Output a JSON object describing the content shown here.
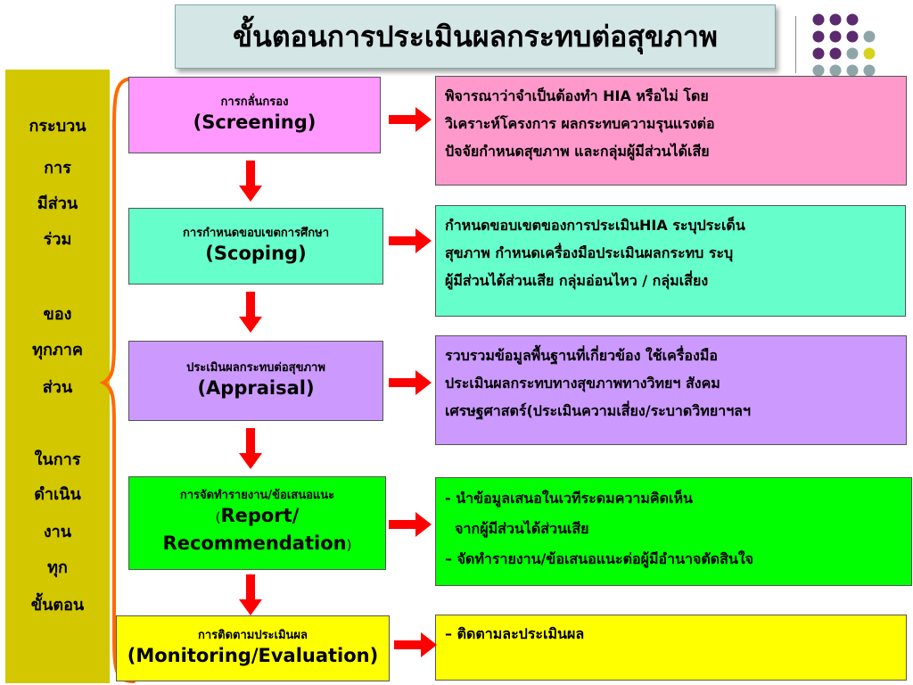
{
  "title": "ขั้นตอนการประเมินผลกระทบต่อสุขภาพ",
  "sidebar": {
    "lines": [
      "กระบวน",
      "การ",
      "มีส่วน",
      "ร่วม",
      "ของ",
      "ทุกภาค",
      "ส่วน",
      "ในการ",
      "ดำเนิน",
      "งาน",
      "ทุก",
      "ขั้นตอน"
    ]
  },
  "steps": [
    {
      "thai": "การกลั่นกรอง",
      "english_parts": [
        "(Screening)"
      ],
      "color": "#ff99ff",
      "description": [
        "พิจารณาว่าจำเป็นต้องทำ HIA หรือไม่ โดย",
        "วิเคราะห์โครงการ  ผลกระทบความรุนแรงต่อ",
        "ปัจจัยกำหนดสุขภาพ และกลุ่มผู้มีส่วนได้เสีย"
      ],
      "desc_color": "#ff99cc"
    },
    {
      "thai": "การกำหนดขอบเขตการศึกษา",
      "english_parts": [
        "(Scoping)"
      ],
      "color": "#66ffcc",
      "description": [
        "กำหนดขอบเขตของการประเมินHIA ระบุประเด็น",
        "สุขภาพ กำหนดเครื่องมือประเมินผลกระทบ ระบุ",
        "ผู้มีส่วนได้ส่วนเสีย กลุ่มอ่อนไหว / กลุ่มเสี่ยง"
      ],
      "desc_color": "#66ffcc"
    },
    {
      "thai": "ประเมินผลกระทบต่อสุขภาพ",
      "english_parts": [
        "(Appraisal)"
      ],
      "color": "#cc99ff",
      "description": [
        "รวบรวมข้อมูลพื้นฐานที่เกี่ยวข้อง ใช้เครื่องมือ",
        "ประเมินผลกระทบทางสุขภาพทางวิทยฯ สังคม",
        "เศรษฐศาสตร์(ประเมินความเสี่ยง/ระบาดวิทยาฯลฯ"
      ],
      "desc_color": "#cc99ff"
    },
    {
      "thai": "การจัดทำรายงาน/ข้อเสนอแนะ",
      "english_parts": [
        "(",
        "Report/",
        "Recommendation",
        ")"
      ],
      "color": "#00ff00",
      "description": [
        "- นำข้อมูลเสนอในเวทีระดมความคิดเห็น",
        "  จากผู้มีส่วนได้ส่วนเสีย",
        "– จัดทำรายงาน/ข้อเสนอแนะต่อผู้มีอำนาจตัดสินใจ"
      ],
      "desc_color": "#00ff00"
    },
    {
      "thai": "การติดตามประเมินผล",
      "english_parts": [
        "(Monitoring/Evaluation)"
      ],
      "color": "#ffff00",
      "description": [
        "–  ติดตามละประเมินผล"
      ],
      "desc_color": "#ffff00"
    }
  ],
  "colors": {
    "arrow": "#ff0000",
    "brace": "#ff6a00",
    "sidebar": "#d3c700",
    "title_bg": "#d4e6e6",
    "dot_purple": "#5c2a6e",
    "dot_gray": "#8fa6a8",
    "dot_yellow": "#d6d21e"
  }
}
